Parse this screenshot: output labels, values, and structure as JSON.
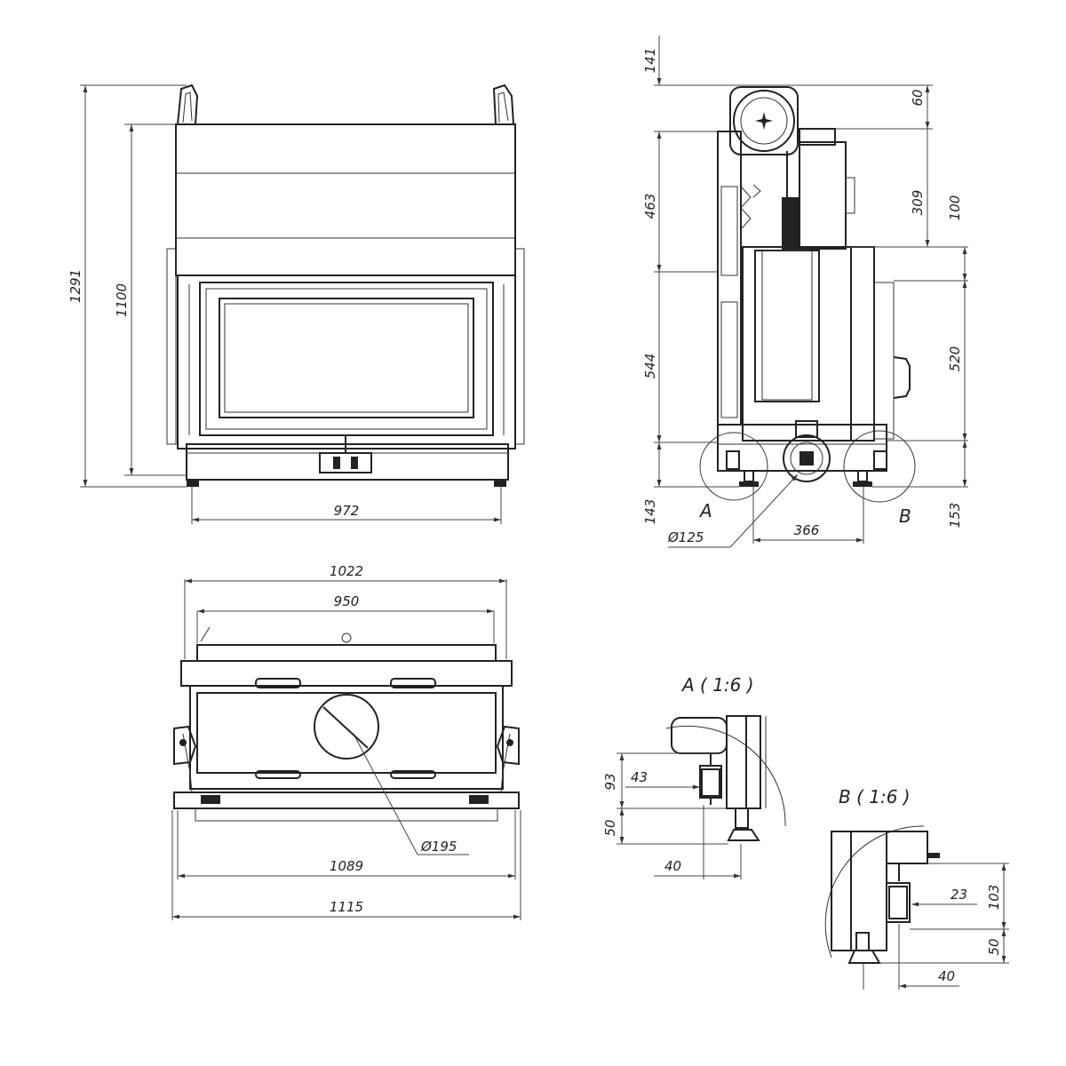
{
  "front_view": {
    "height_total": "1291",
    "height_body": "1100",
    "width": "972"
  },
  "side_view": {
    "top_offset": "141",
    "top_60": "60",
    "height_463": "463",
    "height_309": "309",
    "height_100": "100",
    "height_544": "544",
    "height_520": "520",
    "bottom_143": "143",
    "bottom_153": "153",
    "depth_366": "366",
    "flue_diameter": "Ø125",
    "detail_a_marker": "A",
    "detail_b_marker": "B"
  },
  "top_view": {
    "width_1022": "1022",
    "width_950": "950",
    "width_1089": "1089",
    "width_1115": "1115",
    "flue_diameter": "Ø195"
  },
  "detail_a": {
    "title": "A ( 1:6 )",
    "dim_43": "43",
    "dim_93": "93",
    "dim_50": "50",
    "dim_40": "40"
  },
  "detail_b": {
    "title": "B ( 1:6 )",
    "dim_23": "23",
    "dim_103": "103",
    "dim_50": "50",
    "dim_40": "40"
  }
}
